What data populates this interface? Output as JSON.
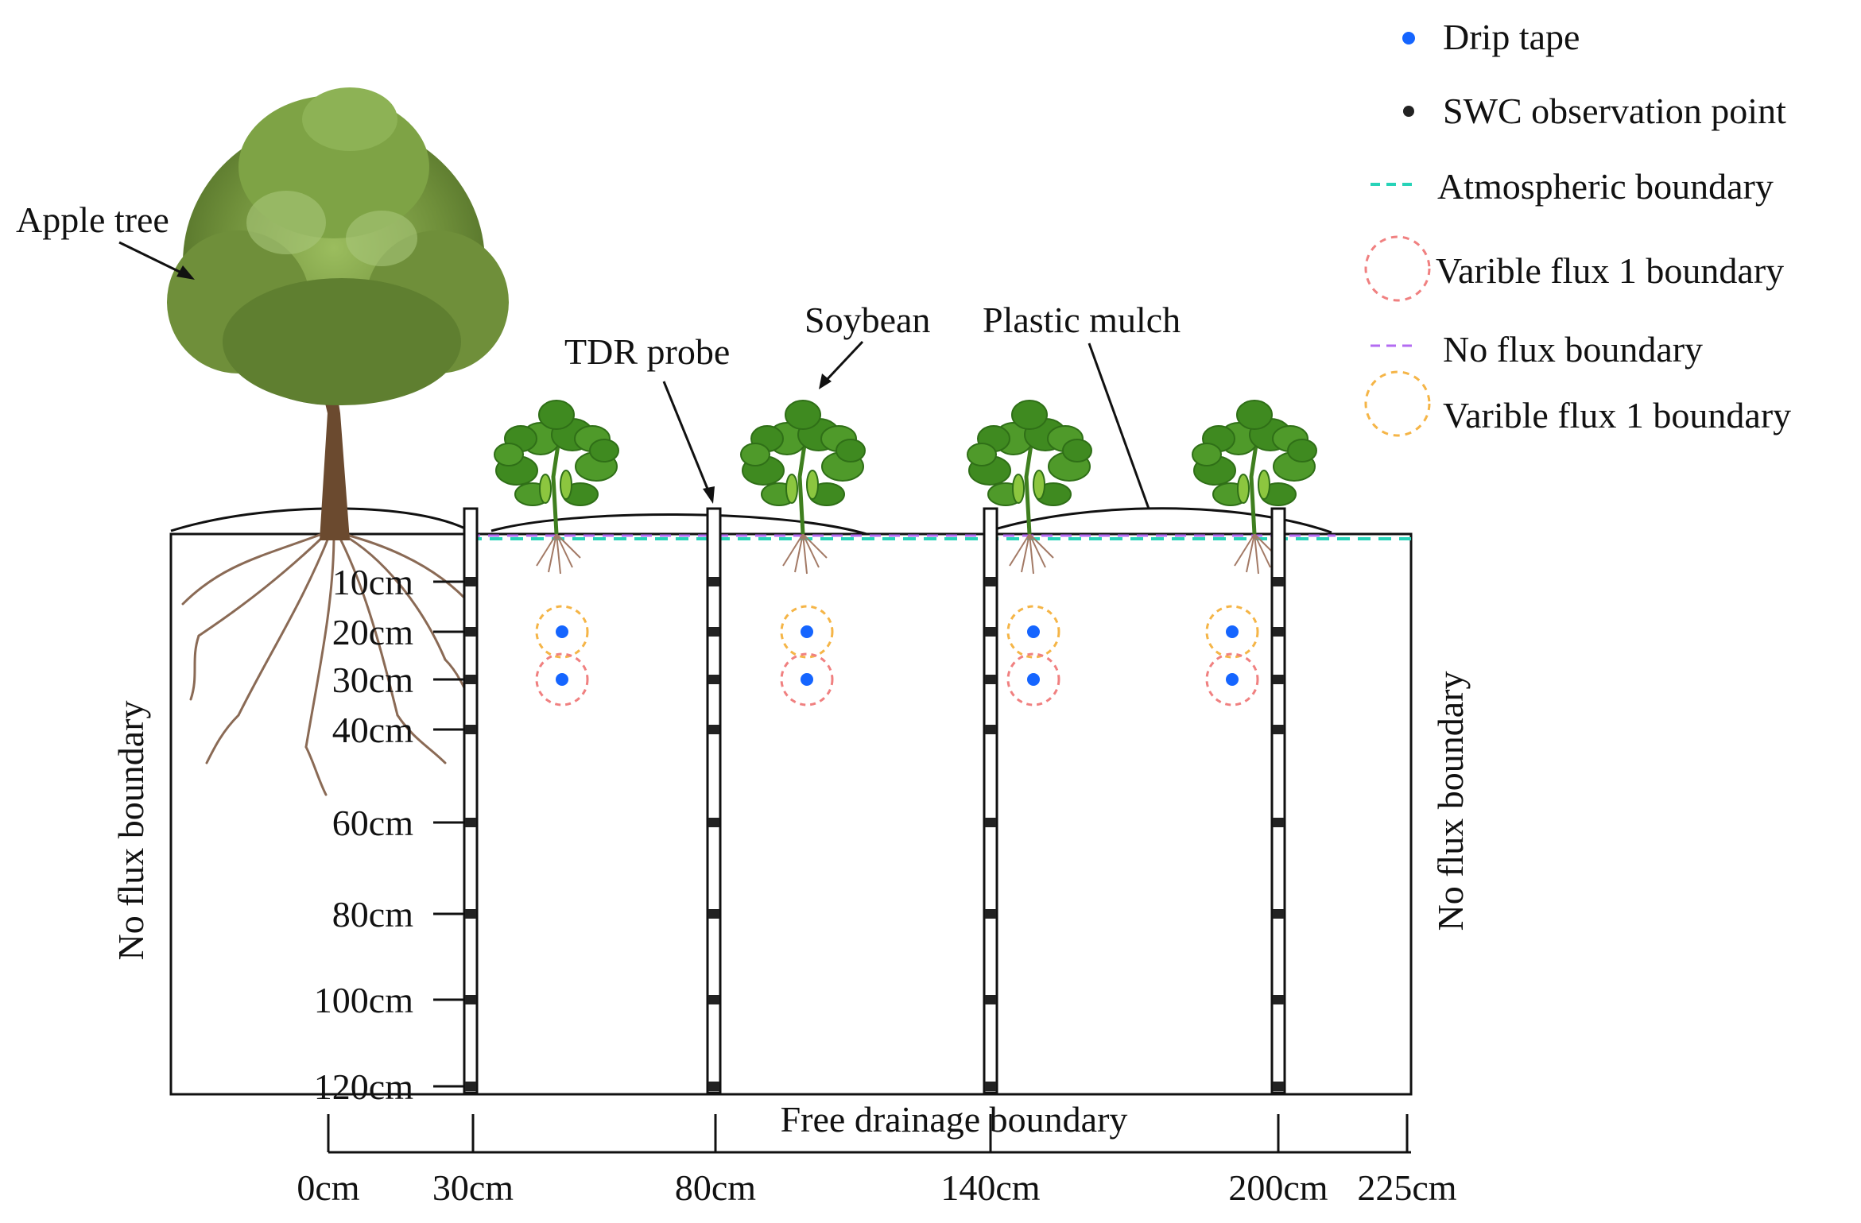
{
  "legend": [
    {
      "key": "drip",
      "label": "Drip tape",
      "color": "#1565ff"
    },
    {
      "key": "swc",
      "label": "SWC observation point",
      "color": "#222222"
    },
    {
      "key": "atm",
      "label": "Atmospheric boundary",
      "color": "#27d3b8"
    },
    {
      "key": "vf_red",
      "label": "Varible flux 1 boundary",
      "color": "#f08080"
    },
    {
      "key": "noflux",
      "label": "No flux boundary",
      "color": "#b36bf2"
    },
    {
      "key": "vf_orange",
      "label": "Varible flux 1 boundary",
      "color": "#f5b547"
    }
  ],
  "labels": {
    "apple_tree": "Apple tree",
    "tdr_probe": "TDR probe",
    "soybean": "Soybean",
    "plastic_mulch": "Plastic mulch",
    "left_boundary": "No flux boundary",
    "right_boundary": "No flux boundary",
    "bottom_boundary": "Free drainage boundary"
  },
  "depths": [
    "10cm",
    "20cm",
    "30cm",
    "40cm",
    "60cm",
    "80cm",
    "100cm",
    "120cm"
  ],
  "distances": [
    "0cm",
    "30cm",
    "80cm",
    "140cm",
    "200cm",
    "225cm"
  ],
  "colors": {
    "outline": "#111111",
    "canopy": "#6f8f3a",
    "canopy_dark": "#4e6b26",
    "trunk": "#6b4a2f",
    "root": "#8a6a55",
    "soy_leaf": "#4f9a2a",
    "soy_dark": "#2f6f17"
  }
}
